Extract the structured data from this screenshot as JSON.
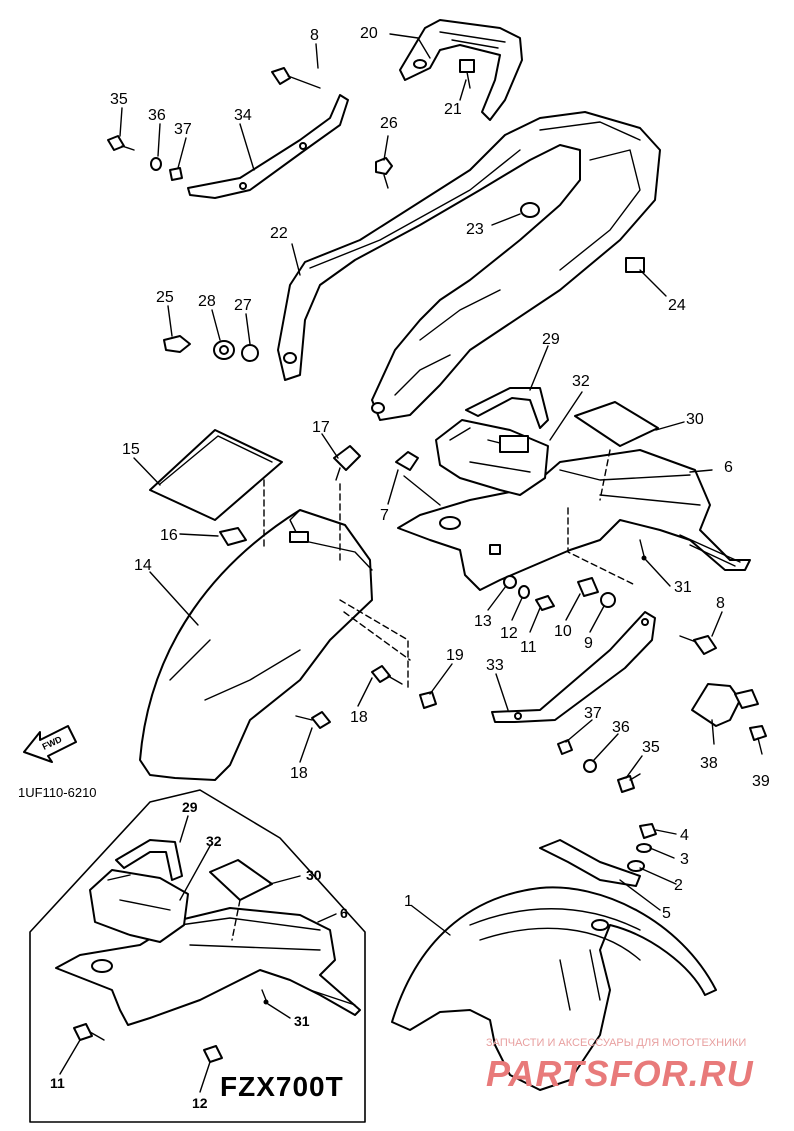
{
  "diagram": {
    "part_code": "1UF110-6210",
    "model": "FZX700T",
    "fwd_label": "FWD",
    "watermark": {
      "tagline": "ЗАПЧАСТИ И АКСЕССУАРЫ ДЛЯ МОТОТЕХНИКИ",
      "brand": "PARTSFOR.RU"
    },
    "callouts": {
      "n1": "1",
      "n2": "2",
      "n3": "3",
      "n4": "4",
      "n5": "5",
      "n6": "6",
      "n7": "7",
      "n8a": "8",
      "n8b": "8",
      "n9": "9",
      "n10": "10",
      "n11a": "11",
      "n12a": "12",
      "n13": "13",
      "n14": "14",
      "n15": "15",
      "n16": "16",
      "n17": "17",
      "n18a": "18",
      "n18b": "18",
      "n19": "19",
      "n20": "20",
      "n21": "21",
      "n22": "22",
      "n23": "23",
      "n24": "24",
      "n25": "25",
      "n26": "26",
      "n27": "27",
      "n28": "28",
      "n29a": "29",
      "n30a": "30",
      "n31a": "31",
      "n32a": "32",
      "n33": "33",
      "n34": "34",
      "n35a": "35",
      "n35b": "35",
      "n36a": "36",
      "n36b": "36",
      "n37a": "37",
      "n37b": "37",
      "n38": "38",
      "n39": "39"
    },
    "inset_callouts": {
      "n29": "29",
      "n32": "32",
      "n30": "30",
      "n6": "6",
      "n31": "31",
      "n11": "11",
      "n12": "12"
    }
  }
}
